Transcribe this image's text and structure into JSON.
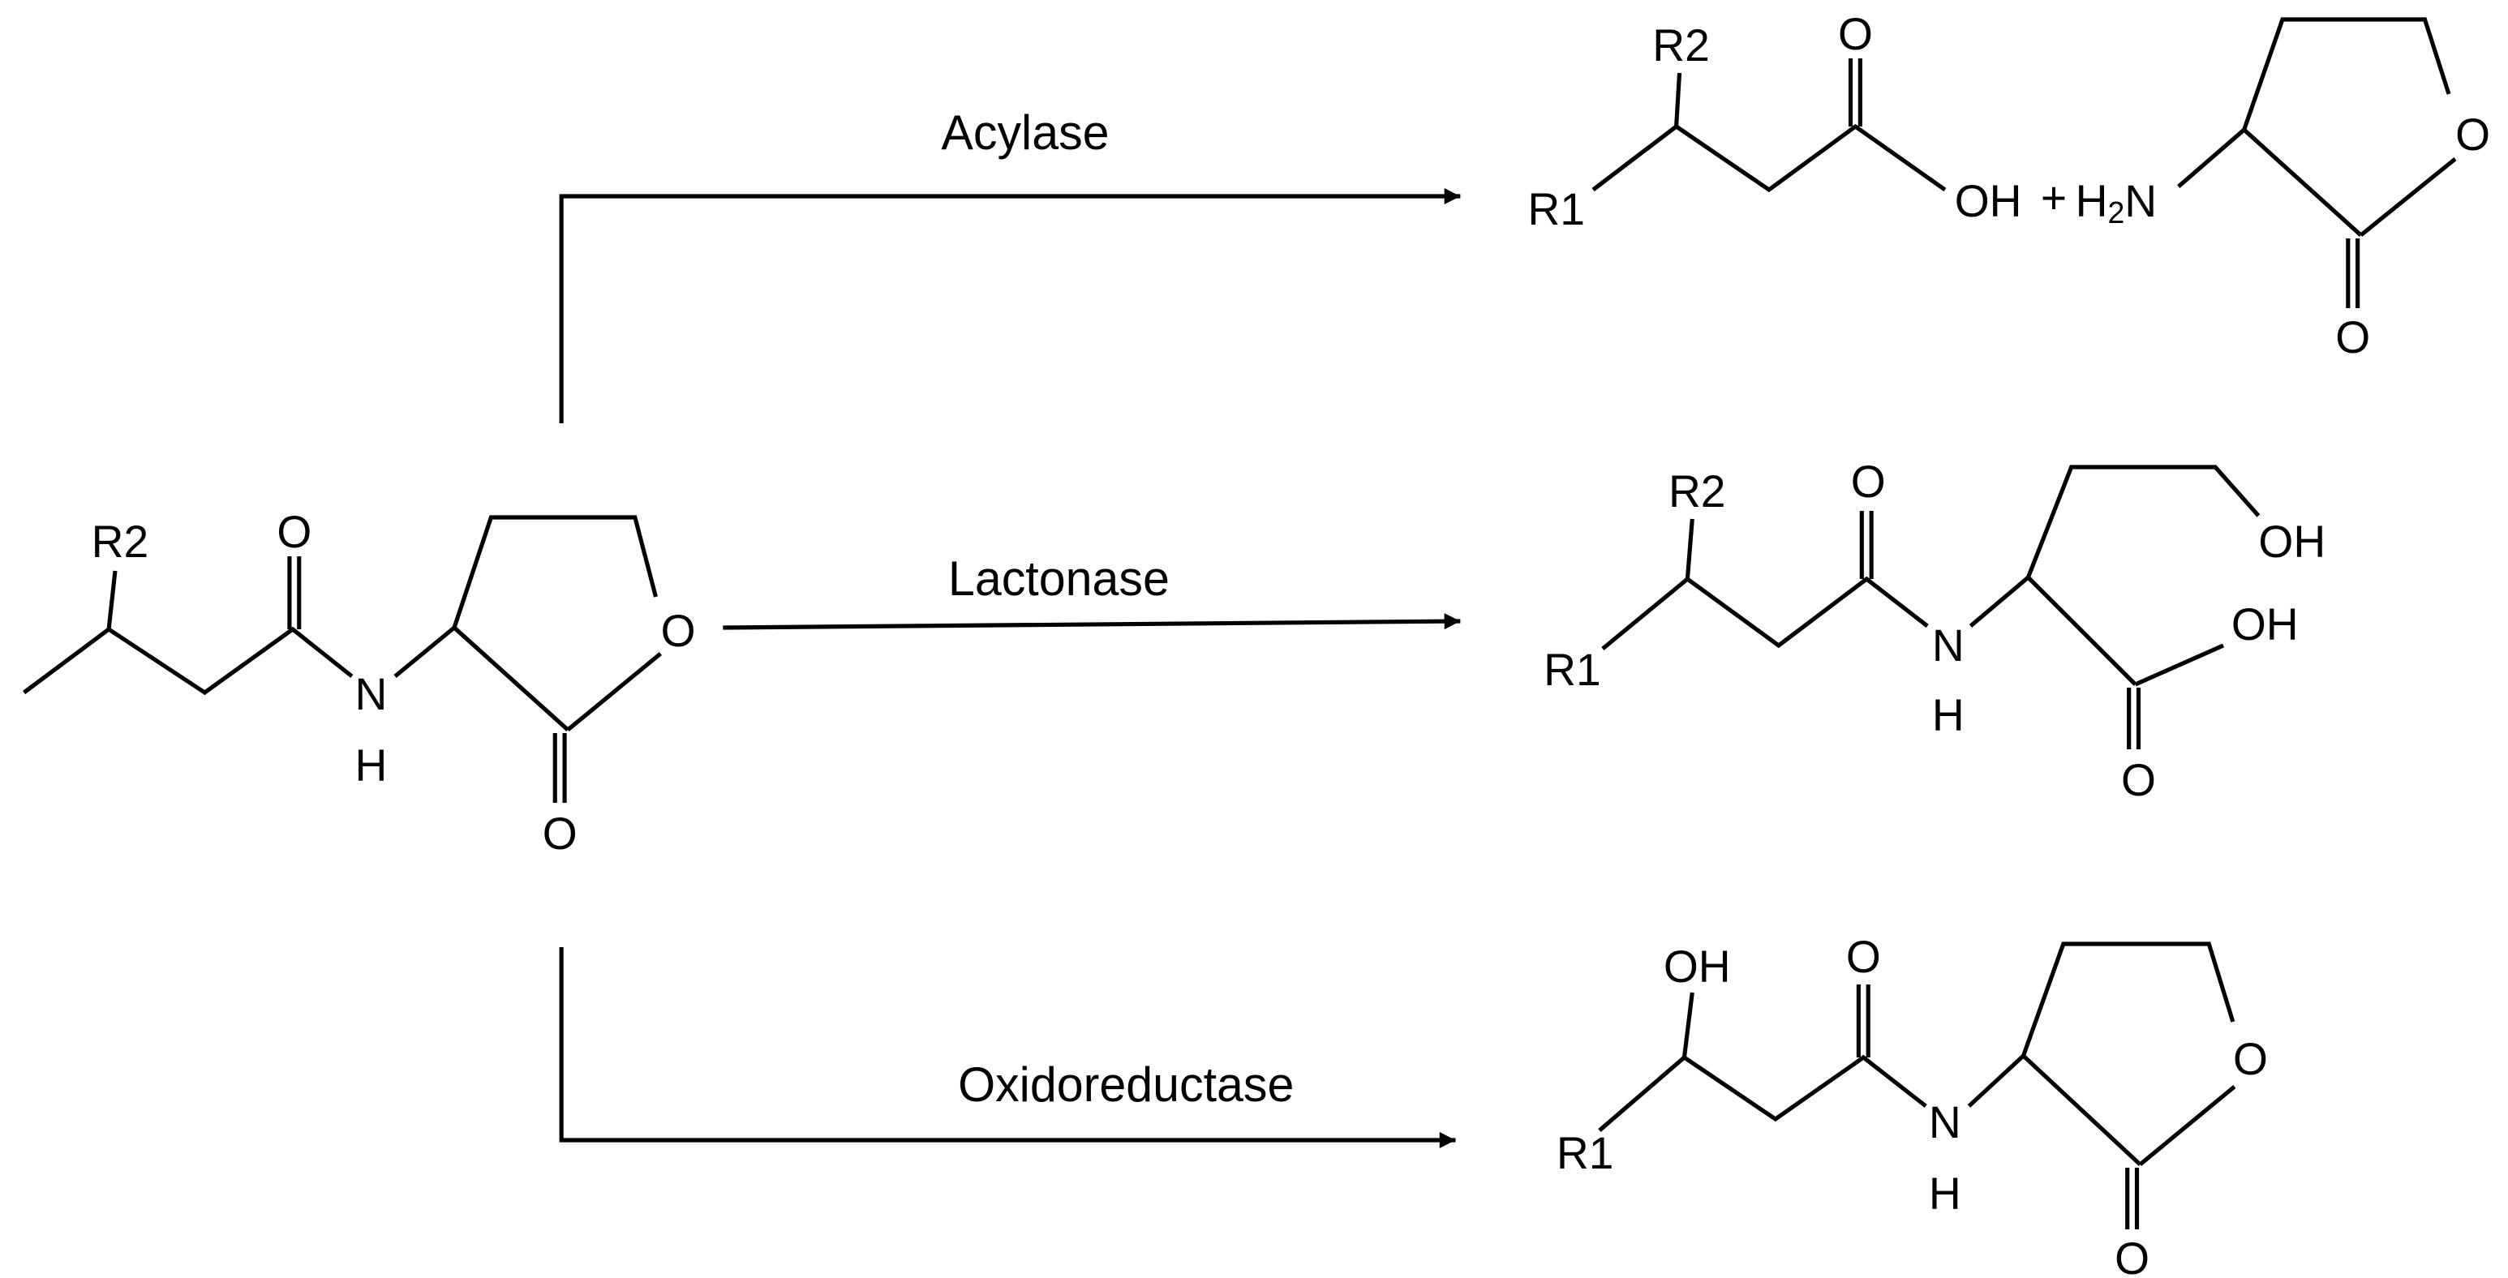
{
  "enzymes": {
    "acylase": "Acylase",
    "lactonase": "Lactonase",
    "oxidoreductase": "Oxidoreductase"
  },
  "atoms": {
    "r1": "R1",
    "r2": "R2",
    "o": "O",
    "n": "N",
    "h": "H",
    "oh": "OH",
    "plus": "+",
    "amine_h": "H",
    "amine_sub": "2",
    "amine_n": "N"
  }
}
